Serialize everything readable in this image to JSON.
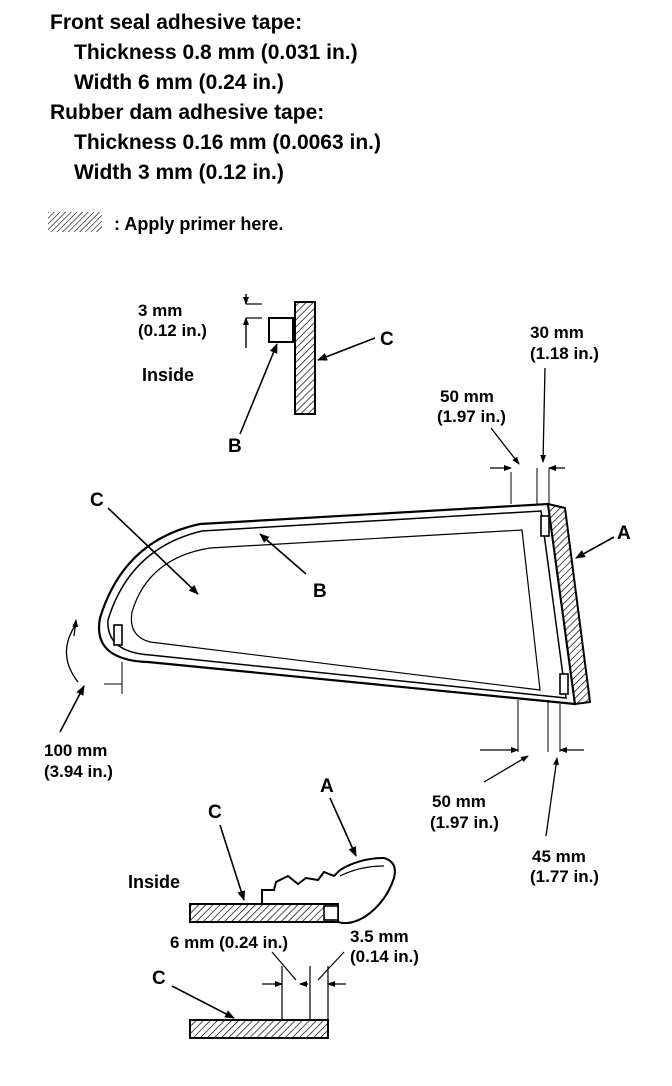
{
  "specs": {
    "front_seal_heading": "Front seal adhesive tape:",
    "front_seal_thickness": "Thickness 0.8 mm (0.031 in.)",
    "front_seal_width": "Width 6 mm (0.24 in.)",
    "rubber_dam_heading": "Rubber dam adhesive tape:",
    "rubber_dam_thickness": "Thickness 0.16 mm (0.0063 in.)",
    "rubber_dam_width": "Width 3 mm (0.12 in.)"
  },
  "legend": {
    "primer_text": ": Apply primer here."
  },
  "top_detail": {
    "dim_mm": "3 mm",
    "dim_in": "(0.12 in.)",
    "inside_label": "Inside",
    "label_b": "B",
    "label_c": "C"
  },
  "main_view": {
    "label_c": "C",
    "label_b": "B",
    "label_a": "A",
    "dim_30_mm": "30 mm",
    "dim_30_in": "(1.18 in.)",
    "dim_50_top_mm": "50 mm",
    "dim_50_top_in": "(1.97 in.)",
    "dim_100_mm": "100 mm",
    "dim_100_in": "(3.94 in.)",
    "dim_50_bottom_mm": "50 mm",
    "dim_50_bottom_in": "(1.97 in.)",
    "dim_45_mm": "45 mm",
    "dim_45_in": "(1.77 in.)"
  },
  "bottom_detail": {
    "label_a": "A",
    "label_c_upper": "C",
    "inside_label": "Inside",
    "dim_6": "6 mm (0.24 in.)",
    "dim_35_mm": "3.5 mm",
    "dim_35_in": "(0.14 in.)",
    "label_c_lower": "C"
  }
}
